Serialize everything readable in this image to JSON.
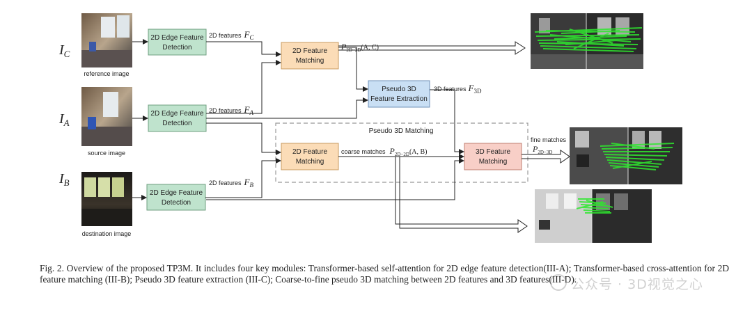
{
  "inputs": {
    "ic": {
      "symbol": "I",
      "sub": "C",
      "label": "reference image"
    },
    "ia": {
      "symbol": "I",
      "sub": "A",
      "label": "source image"
    },
    "ib": {
      "symbol": "I",
      "sub": "B",
      "label": "destination image"
    }
  },
  "modules": {
    "edge_top": [
      "2D Edge Feature",
      "Detection"
    ],
    "edge_mid": [
      "2D Edge Feature",
      "Detection"
    ],
    "edge_bot": [
      "2D Edge Feature",
      "Detection"
    ],
    "match_top": [
      "2D Feature",
      "Matching"
    ],
    "match_mid": [
      "2D Feature",
      "Matching"
    ],
    "pseudo3d": [
      "Pseudo 3D",
      "Feature Extraction"
    ],
    "match3d": [
      "3D Feature",
      "Matching"
    ]
  },
  "labels": {
    "fc": {
      "text": "2D features",
      "sym": "F",
      "sub": "C"
    },
    "fa": {
      "text": "2D features",
      "sym": "F",
      "sub": "A"
    },
    "fb": {
      "text": "2D features",
      "sym": "F",
      "sub": "B"
    },
    "f3d": {
      "text": "3D features",
      "sym": "F",
      "sub": "3D"
    },
    "pac": {
      "sym": "P",
      "sub": "2D−2D",
      "args": "(A, C)"
    },
    "coarse": {
      "text": "coarse matches",
      "sym": "P",
      "sub": "2D−2D",
      "args": "(A, B)"
    },
    "fine": {
      "text": "fine matches",
      "sym": "P",
      "sub": "2D−3D"
    },
    "pseudo_group": "Pseudo 3D Matching"
  },
  "caption": "Fig. 2.   Overview of the proposed TP3M. It includes four key modules: Transformer-based self-attention for 2D edge feature detection(III-A); Transformer-based cross-attention for 2D feature matching (III-B); Pseudo 3D feature extraction (III-C); Coarse-to-fine pseudo 3D matching between 2D features and 3D features(III-D).",
  "watermark": "公众号 · 3D视觉之心",
  "colors": {
    "edge": "#bfe3cd",
    "edge_stroke": "#6f9f80",
    "match": "#fbdcb7",
    "match_stroke": "#c89b62",
    "pseudo": "#c9dff4",
    "pseudo_stroke": "#6f92b8",
    "match3d": "#f8cfc7",
    "match3d_stroke": "#c07f72",
    "green": "#2ee82e"
  }
}
